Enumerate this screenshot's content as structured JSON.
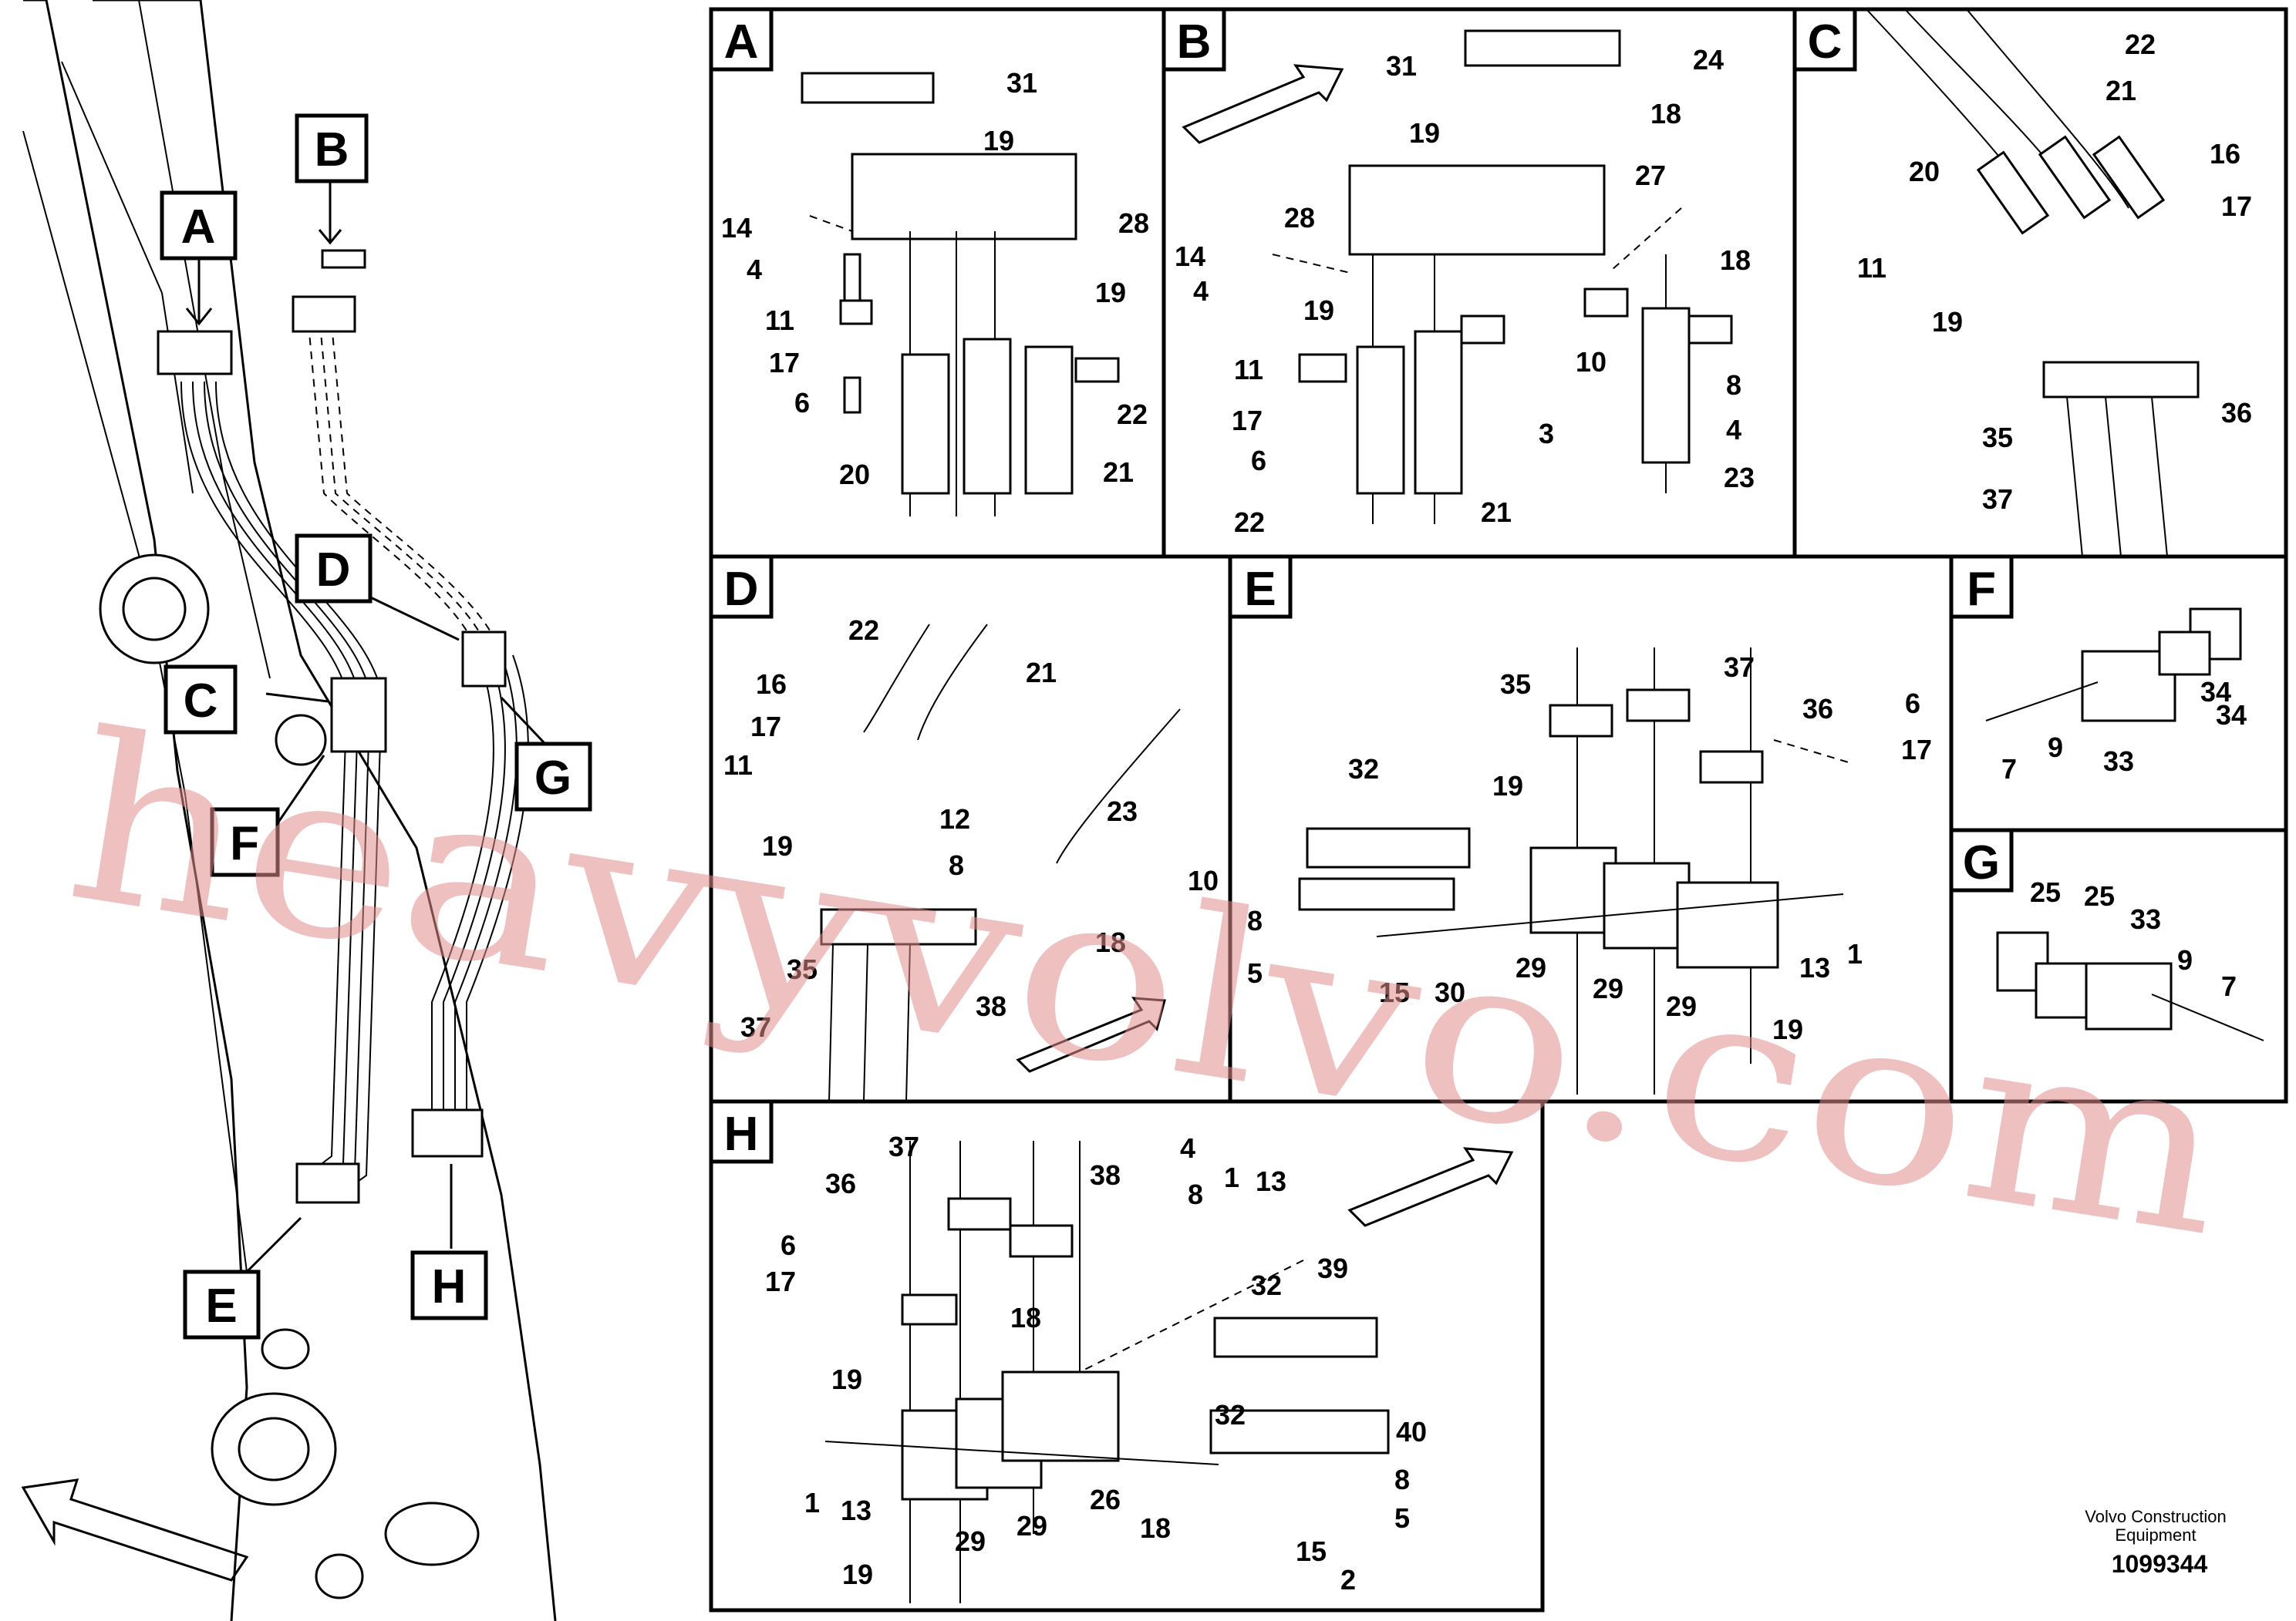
{
  "overview_labels": [
    "A",
    "B",
    "C",
    "D",
    "E",
    "F",
    "G",
    "H"
  ],
  "panels": [
    {
      "id": "A",
      "numbers": [
        "31",
        "19",
        "28",
        "14",
        "4",
        "19",
        "11",
        "17",
        "6",
        "22",
        "20",
        "21"
      ]
    },
    {
      "id": "B",
      "numbers": [
        "31",
        "24",
        "19",
        "18",
        "27",
        "28",
        "14",
        "4",
        "19",
        "18",
        "10",
        "11",
        "8",
        "17",
        "4",
        "3",
        "6",
        "23",
        "22",
        "21"
      ]
    },
    {
      "id": "C",
      "numbers": [
        "22",
        "21",
        "16",
        "20",
        "17",
        "11",
        "19",
        "36",
        "35",
        "37"
      ]
    },
    {
      "id": "D",
      "numbers": [
        "22",
        "21",
        "16",
        "17",
        "11",
        "23",
        "12",
        "19",
        "8",
        "10",
        "18",
        "35",
        "37",
        "38"
      ]
    },
    {
      "id": "E",
      "numbers": [
        "35",
        "37",
        "36",
        "6",
        "17",
        "32",
        "19",
        "8",
        "5",
        "15",
        "30",
        "29",
        "29",
        "29",
        "13",
        "1",
        "19"
      ]
    },
    {
      "id": "F",
      "numbers": [
        "34",
        "34",
        "7",
        "9",
        "33"
      ]
    },
    {
      "id": "G",
      "numbers": [
        "25",
        "25",
        "33",
        "9",
        "7"
      ]
    },
    {
      "id": "H",
      "numbers": [
        "37",
        "4",
        "38",
        "36",
        "8",
        "1",
        "13",
        "6",
        "17",
        "18",
        "39",
        "32",
        "19",
        "32",
        "40",
        "1",
        "13",
        "29",
        "29",
        "26",
        "18",
        "8",
        "5",
        "19",
        "15",
        "2"
      ]
    }
  ],
  "footer": {
    "maker": "Volvo Construction",
    "maker2": "Equipment",
    "doc_id": "1099344"
  },
  "watermark": "heavyvolvo.com"
}
